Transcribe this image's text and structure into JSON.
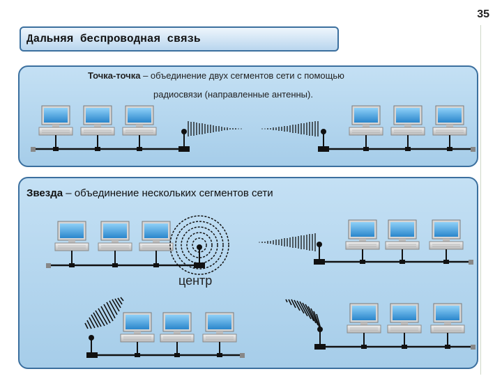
{
  "page_number": "35",
  "title": "Дальняя беспроводная связь",
  "point_to_point": {
    "term": "Точка-точка",
    "line1_rest": " – объединение двух сегментов сети с помощью",
    "line2": "радиосвязи (направленные антенны)."
  },
  "star": {
    "term": "Звезда",
    "rest": " – объединение нескольких сегментов сети",
    "center_label": "центр"
  },
  "colors": {
    "panel_border": "#3b6f9e",
    "panel_fill": "#b6d8ee",
    "network_line": "#111111",
    "screen": "#3d9ee0"
  }
}
